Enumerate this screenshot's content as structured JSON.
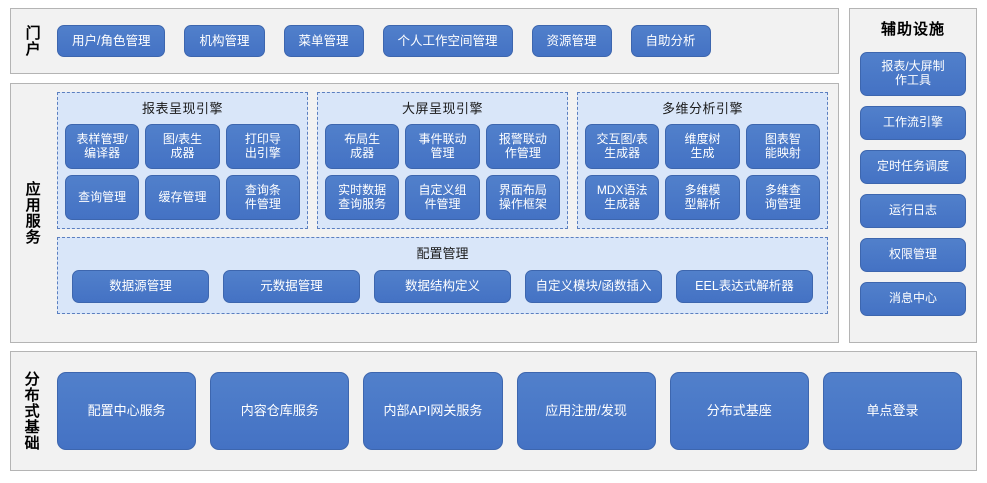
{
  "portal": {
    "title": "门户",
    "items": [
      {
        "label": "用户/角色管理"
      },
      {
        "label": "机构管理"
      },
      {
        "label": "菜单管理"
      },
      {
        "label": "个人工作空间管理"
      },
      {
        "label": "资源管理"
      },
      {
        "label": "自助分析"
      }
    ]
  },
  "app_services": {
    "title": "应用服务",
    "engines": [
      {
        "title": "报表呈现引擎",
        "items": [
          {
            "label": "表样管理/\n编译器"
          },
          {
            "label": "图/表生\n成器"
          },
          {
            "label": "打印导\n出引擎"
          },
          {
            "label": "查询管理"
          },
          {
            "label": "缓存管理"
          },
          {
            "label": "查询条\n件管理"
          }
        ]
      },
      {
        "title": "大屏呈现引擎",
        "items": [
          {
            "label": "布局生\n成器"
          },
          {
            "label": "事件联动\n管理"
          },
          {
            "label": "报警联动\n作管理"
          },
          {
            "label": "实时数据\n查询服务"
          },
          {
            "label": "自定义组\n件管理"
          },
          {
            "label": "界面布局\n操作框架"
          }
        ]
      },
      {
        "title": "多维分析引擎",
        "items": [
          {
            "label": "交互图/表\n生成器"
          },
          {
            "label": "维度树\n生成"
          },
          {
            "label": "图表智\n能映射"
          },
          {
            "label": "MDX语法\n生成器"
          },
          {
            "label": "多维模\n型解析"
          },
          {
            "label": "多维查\n询管理"
          }
        ]
      }
    ],
    "config": {
      "title": "配置管理",
      "items": [
        {
          "label": "数据源管理"
        },
        {
          "label": "元数据管理"
        },
        {
          "label": "数据结构定义"
        },
        {
          "label": "自定义模块/函数插入"
        },
        {
          "label": "EEL表达式解析器"
        }
      ]
    }
  },
  "aux": {
    "title": "辅助设施",
    "items": [
      {
        "label": "报表/大屏制\n作工具",
        "tall": true
      },
      {
        "label": "工作流引擎",
        "tall": false
      },
      {
        "label": "定时任务调度",
        "tall": false
      },
      {
        "label": "运行日志",
        "tall": false
      },
      {
        "label": "权限管理",
        "tall": false
      },
      {
        "label": "消息中心",
        "tall": false
      }
    ]
  },
  "distributed": {
    "title": "分布式基础",
    "items": [
      {
        "label": "配置中心服务"
      },
      {
        "label": "内容仓库服务"
      },
      {
        "label": "内部API网关服务"
      },
      {
        "label": "应用注册/发现"
      },
      {
        "label": "分布式基座"
      },
      {
        "label": "单点登录"
      }
    ]
  },
  "colors": {
    "pill_blue": "#4472C4",
    "pill_blue_light": "#5180CB",
    "pill_border": "#3D66AE",
    "panel_bg": "#F2F2F2",
    "panel_border": "#B4B4B4",
    "engine_bg": "#D9E6F9",
    "engine_border": "#5B7FC0",
    "text_white": "#FFFFFF",
    "text_black": "#000000"
  }
}
